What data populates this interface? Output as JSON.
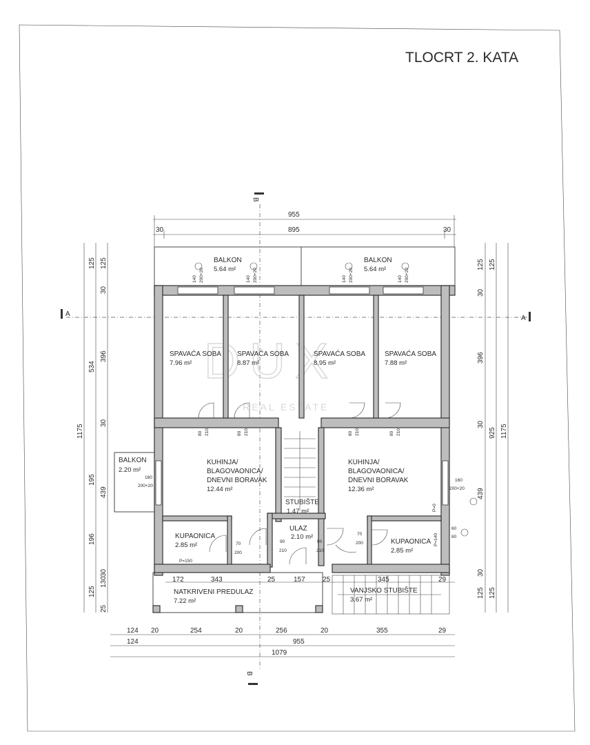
{
  "title": "TLOCRT 2. KATA",
  "section_marks": {
    "a": "A",
    "b": "B"
  },
  "watermark": {
    "logo": "DUX",
    "subtitle": "REAL ESTATE"
  },
  "rooms": {
    "balkon_left": {
      "name": "BALKON",
      "area": "5.64 m²"
    },
    "balkon_right": {
      "name": "BALKON",
      "area": "5.64 m²"
    },
    "soba1": {
      "name": "SPAVAĆA SOBA",
      "area": "7.96 m²"
    },
    "soba2": {
      "name": "SPAVAĆA SOBA",
      "area": "8.87 m²"
    },
    "soba3": {
      "name": "SPAVAĆA SOBA",
      "area": "8.95 m²"
    },
    "soba4": {
      "name": "SPAVAĆA SOBA",
      "area": "7.88 m²"
    },
    "balkon_side": {
      "name": "BALKON",
      "area": "2.20 m²"
    },
    "kuhinja_left": {
      "l1": "KUHINJA/",
      "l2": "BLAGOVAONICA/",
      "l3": "DNEVNI BORAVAK",
      "area": "12.44 m²"
    },
    "kuhinja_right": {
      "l1": "KUHINJA/",
      "l2": "BLAGOVAONICA/",
      "l3": "DNEVNI BORAVAK",
      "area": "12.36 m²"
    },
    "stubiste": {
      "name": "STUBIŠTE",
      "area": "1.47 m²"
    },
    "ulaz": {
      "name": "ULAZ",
      "area": "2.10 m²"
    },
    "kupaonica_left": {
      "name": "KUPAONICA",
      "area": "2.85 m²"
    },
    "kupaonica_right": {
      "name": "KUPAONICA",
      "area": "2.85 m²"
    },
    "predulaz": {
      "name": "NATKRIVENI PREDULAZ",
      "area": "7.22 m²"
    },
    "vanjsko": {
      "name": "VANJSKO STUBIŠTE",
      "area": "3.67 m²"
    }
  },
  "dims": {
    "top_total": "955",
    "top_inner": "895",
    "top_left": "30",
    "top_right": "30",
    "left_a": "125",
    "left_b": "125",
    "left_c": "30",
    "left_d": "396",
    "left_e": "534",
    "left_f": "30",
    "left_g": "1175",
    "left_h": "195",
    "left_i": "439",
    "left_j": "196",
    "left_k": "30",
    "left_l": "130",
    "left_m": "125",
    "left_n": "25",
    "right_a": "125",
    "right_b": "125",
    "right_c": "30",
    "right_d": "396",
    "right_e": "30",
    "right_f": "925",
    "right_g": "1175",
    "right_h": "439",
    "right_i": "30",
    "right_j": "125",
    "right_k": "125",
    "bot_1": "124",
    "bot_2": "20",
    "bot_3": "254",
    "bot_4": "20",
    "bot_5": "256",
    "bot_6": "20",
    "bot_7": "355",
    "bot_8": "29",
    "bot2_1": "124",
    "bot2_2": "955",
    "bot3": "1079",
    "inner_1": "172",
    "inner_2": "343",
    "inner_3": "25",
    "inner_4": "157",
    "inner_5": "25",
    "inner_6": "345",
    "inner_7": "29",
    "win_h": "140",
    "win_w": "200+20",
    "win_side": "160",
    "win_side_w": "200+20",
    "door_w": "80",
    "door_h": "210",
    "door_w2": "90",
    "door_w3": "70",
    "door_h2": "200",
    "bath_p": "P=150",
    "bath_p2": "P=140",
    "win_small_a": "60",
    "win_small_b": "80",
    "p_mark": "P=0"
  }
}
